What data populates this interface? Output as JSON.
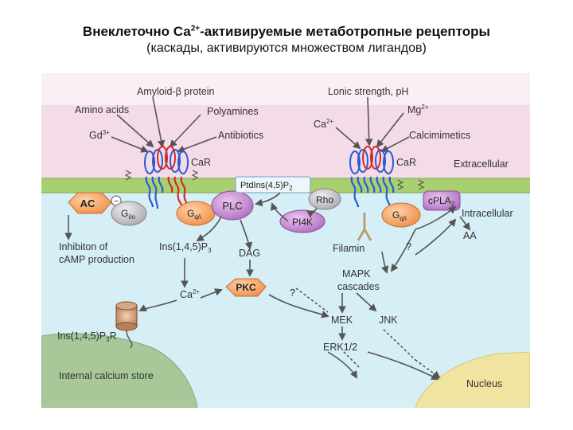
{
  "title": {
    "line1_before": "Внеклеточно Са",
    "line1_sup": "2+",
    "line1_after": "-активируемые метаботропные рецепторы",
    "line2": "(каскады, активируются множеством лигандов)"
  },
  "diagram": {
    "ligands_left": {
      "amyloid": "Amyloid-β protein",
      "amino_acids": "Amino acids",
      "polyamines": "Polyamines",
      "gd": "Gd",
      "gd_sup": "3+",
      "antibiotics": "Antibiotics"
    },
    "ligands_right": {
      "ionic": "Lonic strength, pH",
      "mg": "Mg",
      "mg_sup": "2+",
      "ca": "Ca",
      "ca_sup": "2+",
      "calcimimetics": "Calcimimetics"
    },
    "receptor_label": "CaR",
    "compartments": {
      "extracellular": "Extracellular",
      "intracellular": "Intracellular",
      "store": "Internal calcium store",
      "nucleus": "Nucleus"
    },
    "nodes": {
      "ac": "AC",
      "minus": "−",
      "gi": "G",
      "gi_sub": "i/o",
      "gq": "G",
      "gq_sub": "q/i",
      "plc": "PLC",
      "ptdins": "PtdIns(4,5)P",
      "ptdins_sub": "2",
      "rho": "Rho",
      "pi4k": "PI4K",
      "cpla": "cPLA",
      "cpla_sub": "2",
      "pkc": "PKC"
    },
    "labels": {
      "inhib1": "Inhibiton of",
      "inhib2": "cAMP production",
      "ins3": "Ins(1,4,5)P",
      "ins3_sub": "3",
      "dag": "DAG",
      "ca": "Ca",
      "ca_sup": "2+",
      "q1": "?",
      "q2": "?",
      "filamin": "Filamin",
      "mapk1": "MAPK",
      "mapk2": "cascades",
      "mek": "MEK",
      "jnk": "JNK",
      "erk": "ERK1/2",
      "aa": "AA",
      "insr": "Ins(1,4,5)P",
      "insr_sub": "3",
      "insr_after": "R"
    }
  },
  "colors": {
    "extracellular": "#f3dbe8",
    "intracellular": "#d6eef5",
    "membrane": "#a8d070",
    "store": "#a8c89a",
    "nucleus": "#f0e4a0",
    "orange_node": "#f5a86a",
    "purple_node": "#c98bd2",
    "gray_node": "#c8c8cc",
    "receptor_red": "#d42a2a",
    "receptor_blue": "#2a5bd4"
  }
}
